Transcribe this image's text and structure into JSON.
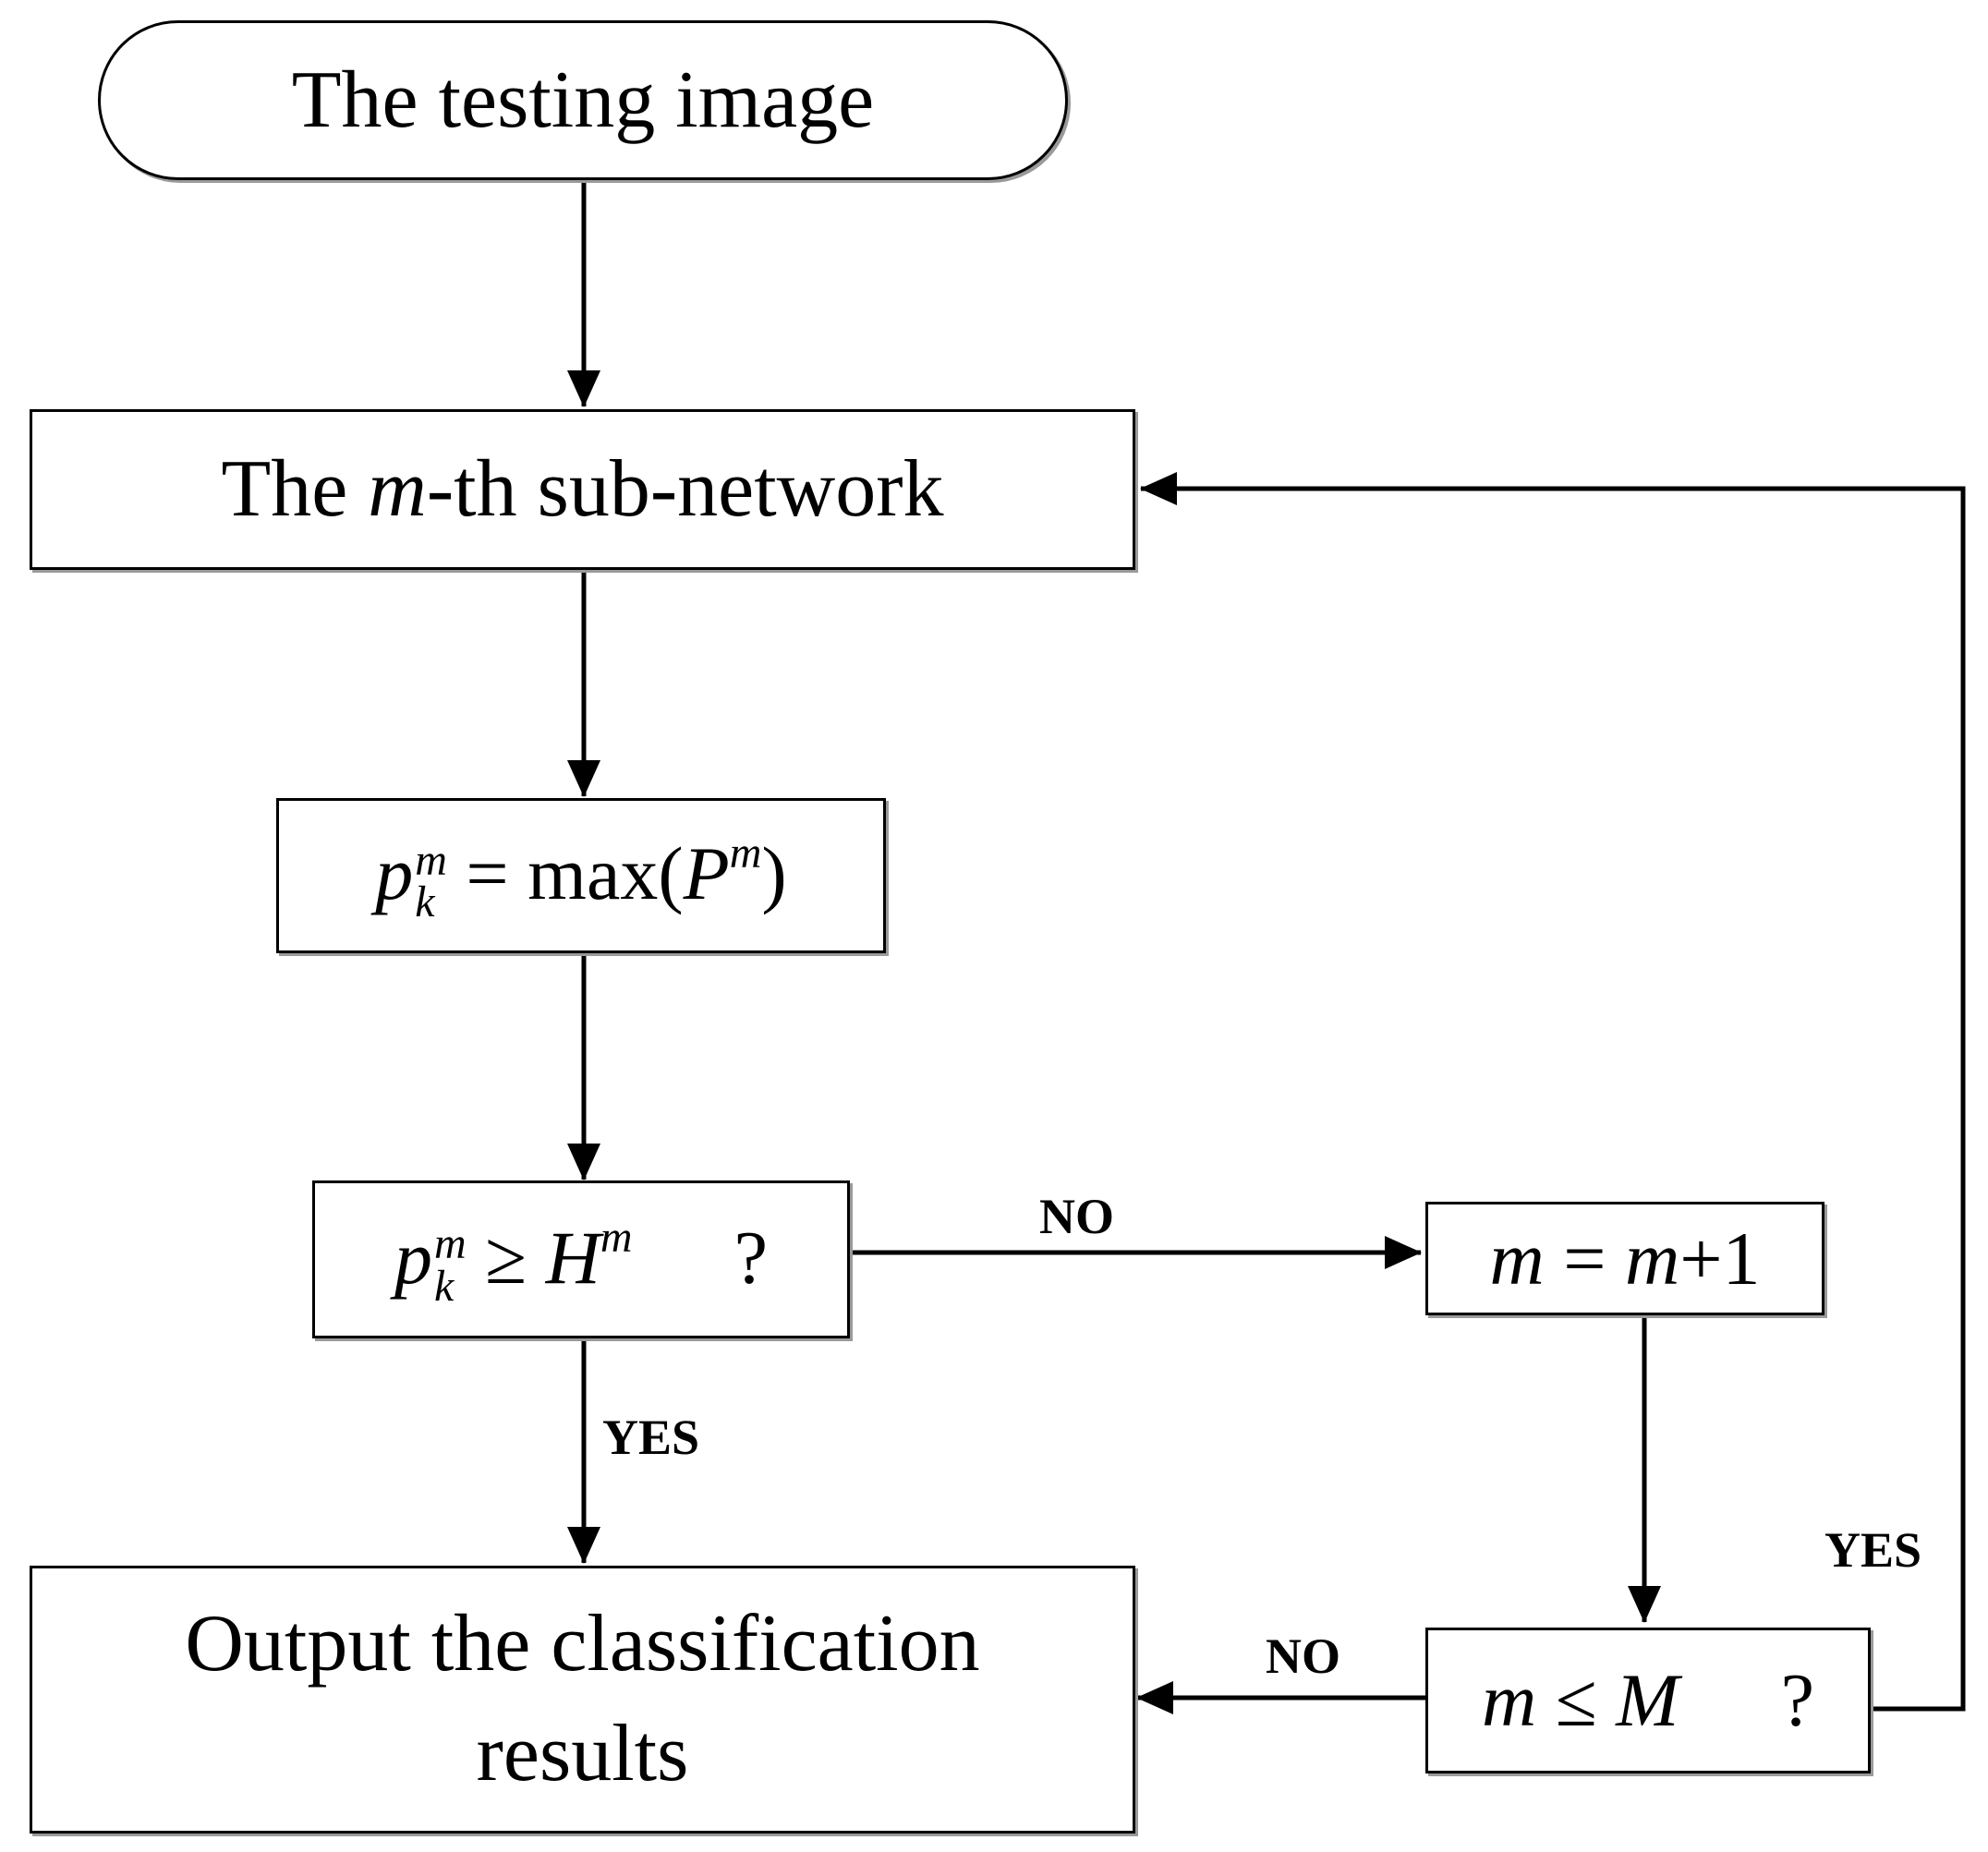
{
  "nodes": {
    "start": {
      "text": "The testing image"
    },
    "subnet": {
      "prefix": "The ",
      "var": "m",
      "suffix": "-th sub-network"
    },
    "max": {
      "lhs_var": "p",
      "lhs_sup": "m",
      "lhs_sub": "k",
      "op": "=",
      "func": "max(",
      "arg_var": "P",
      "arg_sup": "m",
      "close": ")"
    },
    "threshold": {
      "lhs_var": "p",
      "lhs_sup": "m",
      "lhs_sub": "k",
      "op": "≥",
      "rhs_var": "H",
      "rhs_sup": "m",
      "q": "?"
    },
    "increment": {
      "var1": "m",
      "op": "=",
      "var2": "m",
      "plus": "+1"
    },
    "check": {
      "var1": "m",
      "op": "≤",
      "var2": "M",
      "q": "?"
    },
    "output": {
      "line1": "Output the classification",
      "line2": "results"
    }
  },
  "edge_labels": {
    "threshold_no": "NO",
    "threshold_yes": "YES",
    "check_no": "NO",
    "check_yes": "YES"
  }
}
